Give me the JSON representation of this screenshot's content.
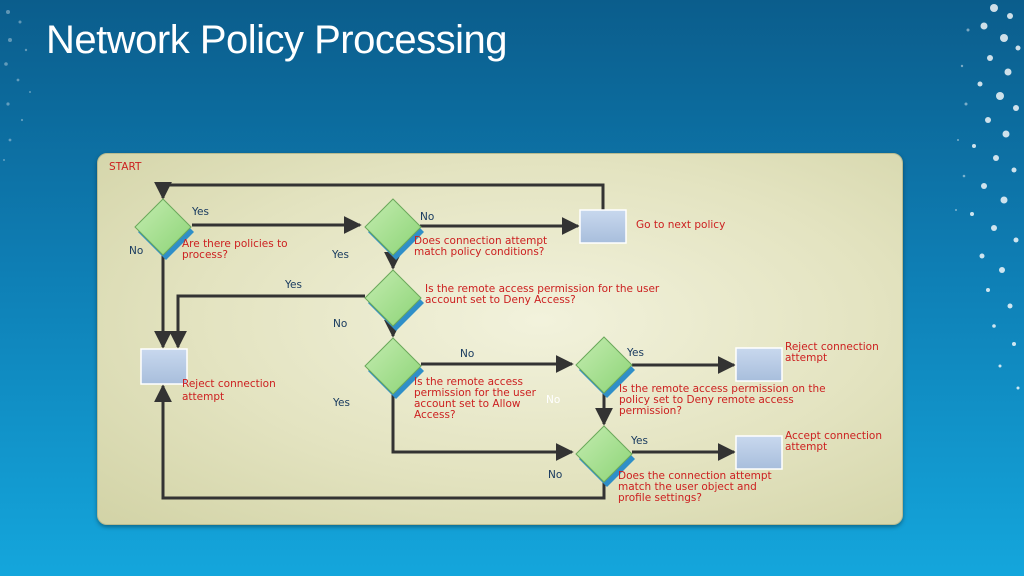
{
  "title": "Network Policy Processing",
  "colors": {
    "text_red": "#cc2020",
    "text_blue": "#16385e",
    "diamond": "#a4e08c",
    "box": "#b4c8e4"
  },
  "flowchart": {
    "start": "START",
    "decisions": {
      "policies": "Are there policies to process?",
      "conditions": "Does connection attempt match policy conditions?",
      "deny_user": "Is the remote access permission for the user account set to Deny Access?",
      "allow_user": "Is the remote access permission for the user account set to Allow Access?",
      "deny_policy": "Is the remote access permission on the policy set to Deny remote access permission?",
      "match_profile": "Does the connection attempt match the user object and profile settings?"
    },
    "outcomes": {
      "next_policy": "Go to next policy",
      "reject_left": "Reject connection attempt",
      "reject_right": "Reject connection attempt",
      "accept": "Accept connection attempt"
    },
    "edges": {
      "yes": "Yes",
      "no": "No"
    }
  }
}
